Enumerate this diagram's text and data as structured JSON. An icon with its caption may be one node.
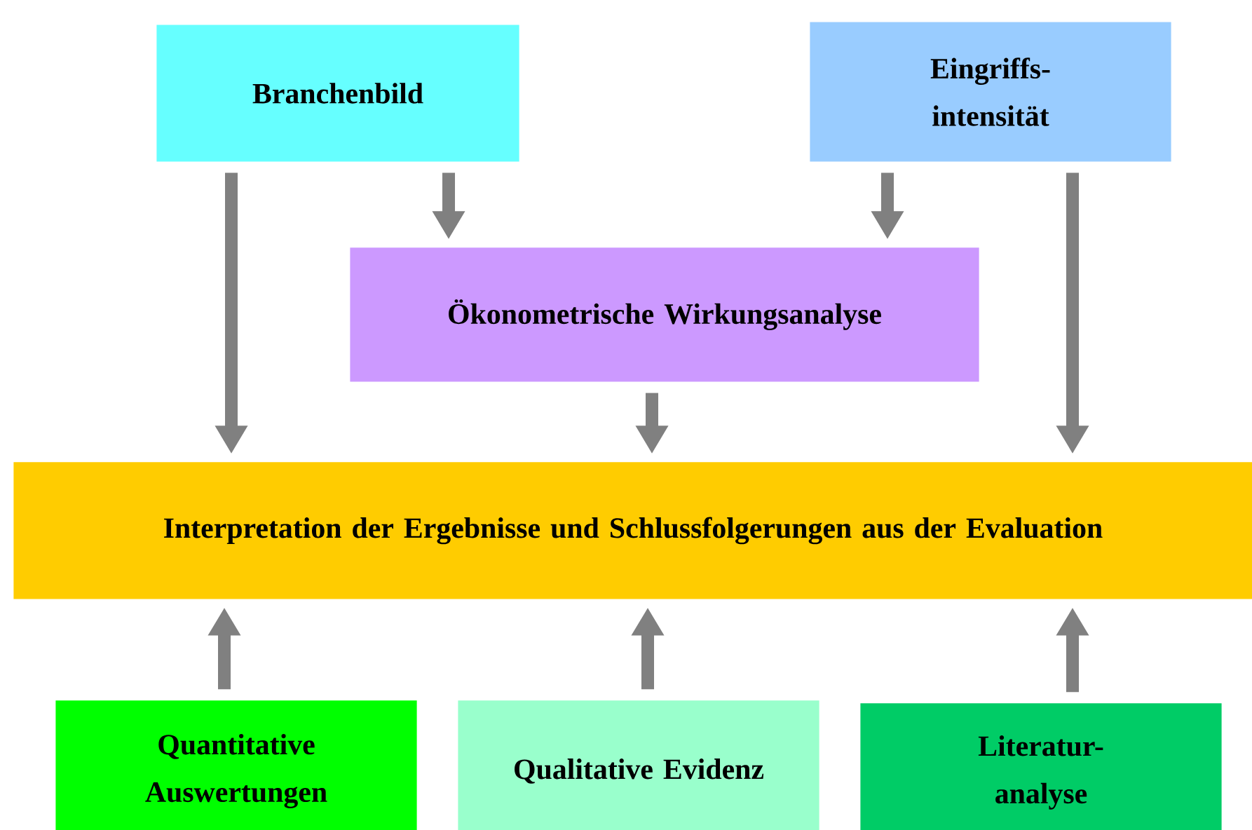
{
  "diagram": {
    "nodes": [
      {
        "text": [
          "Branchenbild"
        ]
      },
      {
        "text": [
          "Eingriffs- intensität"
        ]
      },
      {
        "text": [
          "Ökonometrische Wirkungsanalyse"
        ]
      },
      {
        "text": [
          "Interpretation der Ergebnisse und Schlussfolgerungen aus der Evaluation"
        ]
      },
      {
        "text": [
          "Quantitative Auswertungen"
        ]
      },
      {
        "text": [
          "Qualitative Evidenz"
        ]
      },
      {
        "text": [
          "Literatur- analyse"
        ]
      }
    ],
    "edges": [
      {
        "from": 0,
        "to": 3,
        "arrow": "to"
      },
      {
        "from": 0,
        "to": 2,
        "arrow": "to"
      },
      {
        "from": 1,
        "to": 2,
        "arrow": "to"
      },
      {
        "from": 1,
        "to": 3,
        "arrow": "to"
      },
      {
        "from": 2,
        "to": 3,
        "arrow": "to"
      },
      {
        "from": 4,
        "to": 3,
        "arrow": "to"
      },
      {
        "from": 5,
        "to": 3,
        "arrow": "to"
      },
      {
        "from": 6,
        "to": 3,
        "arrow": "to"
      }
    ]
  }
}
